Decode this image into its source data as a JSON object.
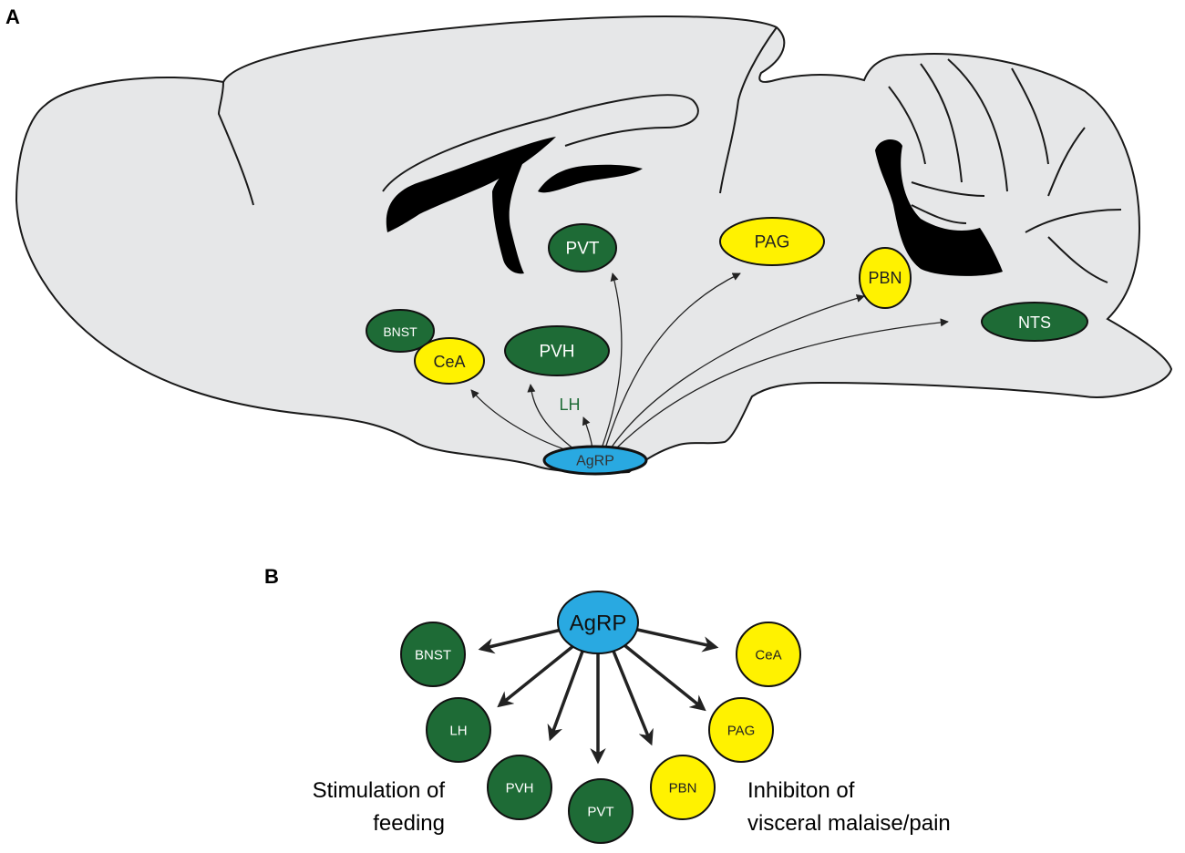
{
  "panel_a": {
    "label": "A",
    "source": "AgRP",
    "lh_label": "LH",
    "nodes": {
      "pvt": "PVT",
      "pag": "PAG",
      "pbn": "PBN",
      "nts": "NTS",
      "bnst": "BNST",
      "cea": "CeA",
      "pvh": "PVH"
    }
  },
  "panel_b": {
    "label": "B",
    "source": "AgRP",
    "nodes": {
      "bnst": "BNST",
      "lh": "LH",
      "pvh": "PVH",
      "pvt": "PVT",
      "pbn": "PBN",
      "pag": "PAG",
      "cea": "CeA"
    },
    "caption_left": [
      "Stimulation of",
      "feeding"
    ],
    "caption_right": [
      "Inhibiton of",
      "visceral malaise/pain"
    ]
  },
  "colors": {
    "green": "#1e6b36",
    "yellow": "#fff200",
    "blue": "#29a9e1",
    "brain_fill": "#e6e7e8",
    "ventricle": "#000000"
  }
}
